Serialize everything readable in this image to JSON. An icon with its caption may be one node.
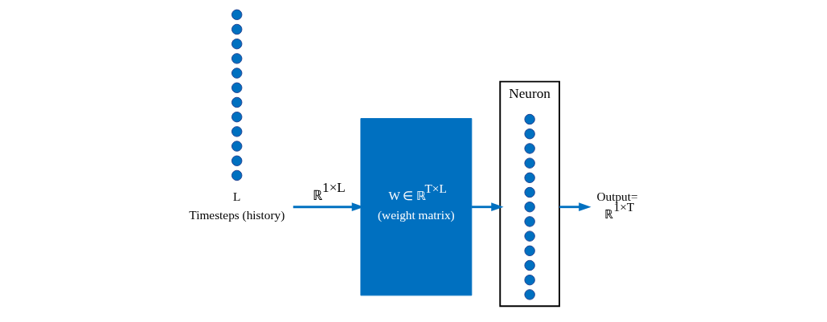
{
  "diagram": {
    "nodes": [
      {
        "text": [
          "L",
          "Timesteps (history)"
        ]
      },
      {
        "text": [
          "W ∈ ℝ$^{T×L}$",
          "(weight matrix)"
        ]
      },
      {
        "text": [
          "Neuron"
        ]
      },
      {
        "text": [],
        "shape": "circle",
        "in": 2
      },
      {
        "text": [],
        "shape": "circle",
        "in": 2
      },
      {
        "text": [],
        "shape": "circle",
        "in": 2
      },
      {
        "text": [],
        "shape": "circle",
        "in": 2
      },
      {
        "text": [],
        "shape": "circle",
        "in": 2
      },
      {
        "text": [],
        "shape": "circle",
        "in": 2
      },
      {
        "text": [],
        "shape": "circle",
        "in": 2
      },
      {
        "text": [],
        "shape": "circle",
        "in": 2
      },
      {
        "text": [],
        "shape": "circle",
        "in": 2
      },
      {
        "text": [],
        "shape": "circle",
        "in": 2
      },
      {
        "text": [],
        "shape": "circle",
        "in": 2
      },
      {
        "text": [],
        "shape": "circle",
        "in": 2
      },
      {
        "text": [],
        "shape": "circle",
        "in": 2
      },
      {
        "text": [
          "Output=",
          "ℝ$^{1×T}$"
        ]
      },
      {
        "text": [],
        "shape": "circle"
      },
      {
        "text": [],
        "shape": "circle"
      },
      {
        "text": [],
        "shape": "circle"
      },
      {
        "text": [],
        "shape": "circle"
      },
      {
        "text": [],
        "shape": "circle"
      },
      {
        "text": [],
        "shape": "circle"
      },
      {
        "text": [],
        "shape": "circle"
      },
      {
        "text": [],
        "shape": "circle"
      },
      {
        "text": [],
        "shape": "circle"
      },
      {
        "text": [],
        "shape": "circle"
      },
      {
        "text": [],
        "shape": "circle"
      },
      {
        "text": [],
        "shape": "circle"
      }
    ],
    "edges": [
      {
        "from": 0,
        "to": 1,
        "arrow": "to",
        "label": "ℝ$^{1×L}$"
      },
      {
        "from": 1,
        "to": 2,
        "arrow": "to"
      },
      {
        "from": 2,
        "to": 16,
        "arrow": "to"
      }
    ]
  }
}
